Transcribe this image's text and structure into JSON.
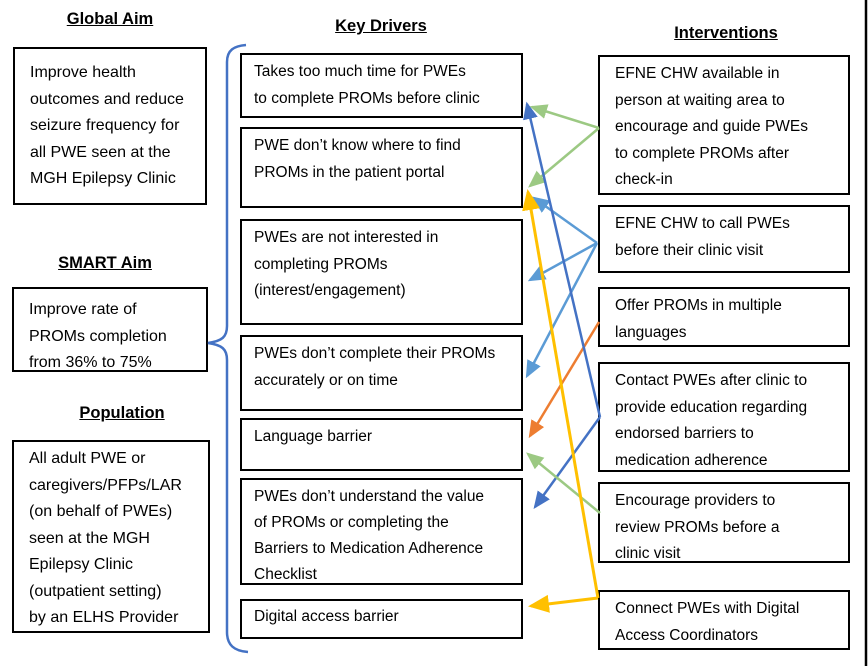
{
  "aims": {
    "sections": [
      {
        "heading": "Global Aim",
        "text": "Improve health\noutcomes and reduce\nseizure frequency for\nall PWE seen at the\nMGH Epilepsy Clinic"
      },
      {
        "heading": "SMART Aim",
        "text": "Improve rate of\nPROMs completion\nfrom 36% to 75%"
      },
      {
        "heading": "Population",
        "text": "All adult PWE or\ncaregivers/PFPs/LAR\n(on behalf of PWEs)\nseen at the MGH\nEpilepsy Clinic\n(outpatient setting)\nby an ELHS Provider"
      }
    ]
  },
  "drivers": {
    "heading": "Key Drivers",
    "items": [
      {
        "id": "takes-too-much-time",
        "text": "Takes too much time for PWEs\nto complete PROMs before clinic"
      },
      {
        "id": "find-proms-portal",
        "text": "PWE don’t know where to find\nPROMs in the patient portal"
      },
      {
        "id": "not-interested",
        "text": "PWEs are not interested in\ncompleting PROMs\n(interest/engagement)"
      },
      {
        "id": "not-accurate-on-time",
        "text": "PWEs don’t complete their PROMs\naccurately or on time"
      },
      {
        "id": "language-barrier",
        "text": "Language barrier"
      },
      {
        "id": "dont-understand-value",
        "text": "PWEs don’t understand the value\nof PROMs or completing the\nBarriers to Medication Adherence\nChecklist"
      },
      {
        "id": "digital-access-barrier",
        "text": "Digital access barrier"
      }
    ]
  },
  "interventions": {
    "heading": "Interventions",
    "items": [
      {
        "id": "efne-chw-waiting-area",
        "text": "EFNE CHW available in\nperson at waiting area to\nencourage and guide PWEs\nto complete PROMs after\ncheck-in"
      },
      {
        "id": "efne-chw-call",
        "text": "EFNE CHW to call PWEs\nbefore their clinic visit"
      },
      {
        "id": "offer-multiple-languages",
        "text": "Offer PROMs in multiple\nlanguages"
      },
      {
        "id": "contact-after-clinic",
        "text": "Contact PWEs after clinic to\nprovide education regarding\nendorsed barriers to\nmedication adherence"
      },
      {
        "id": "encourage-provider-review",
        "text": "Encourage providers to\nreview PROMs before a\nclinic visit"
      },
      {
        "id": "connect-digital-coordinators",
        "text": "Connect PWEs with Digital\nAccess Coordinators"
      }
    ]
  },
  "connections": [
    {
      "from": "efne-chw-waiting-area",
      "to": "takes-too-much-time",
      "color": "green"
    },
    {
      "from": "efne-chw-waiting-area",
      "to": "find-proms-portal",
      "color": "green"
    },
    {
      "from": "efne-chw-call",
      "to": "find-proms-portal",
      "color": "light_blue"
    },
    {
      "from": "efne-chw-call",
      "to": "not-interested",
      "color": "light_blue"
    },
    {
      "from": "efne-chw-call",
      "to": "not-accurate-on-time",
      "color": "light_blue"
    },
    {
      "from": "offer-multiple-languages",
      "to": "language-barrier",
      "color": "orange"
    },
    {
      "from": "contact-after-clinic",
      "to": "takes-too-much-time",
      "color": "blue"
    },
    {
      "from": "contact-after-clinic",
      "to": "dont-understand-value",
      "color": "blue"
    },
    {
      "from": "encourage-provider-review",
      "to": "language-barrier",
      "color": "green"
    },
    {
      "from": "connect-digital-coordinators",
      "to": "find-proms-portal",
      "color": "gold"
    },
    {
      "from": "connect-digital-coordinators",
      "to": "digital-access-barrier",
      "color": "gold"
    }
  ],
  "colors": {
    "green": "#9CC983",
    "blue": "#4472C4",
    "light_blue": "#5B9BD5",
    "orange": "#ED7D31",
    "gold": "#FFC000",
    "brace": "#4472C4",
    "border": "#000000"
  }
}
